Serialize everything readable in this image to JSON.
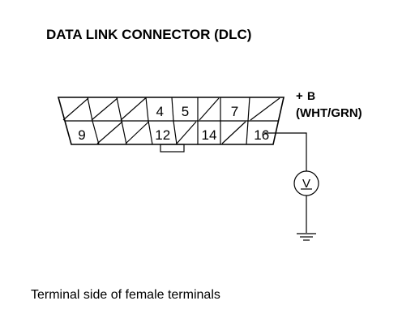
{
  "diagram": {
    "title": "DATA LINK CONNECTOR (DLC)",
    "pins_top": [
      "",
      "",
      "",
      "4",
      "5",
      "",
      "7",
      ""
    ],
    "pins_bottom": [
      "9",
      "",
      "",
      "12",
      "",
      "14",
      "",
      "16"
    ],
    "plus_symbol": "+",
    "b_label": "B",
    "wire_color": "(WHT/GRN)",
    "meter_letter": "V",
    "caption": "Terminal side of female terminals"
  }
}
